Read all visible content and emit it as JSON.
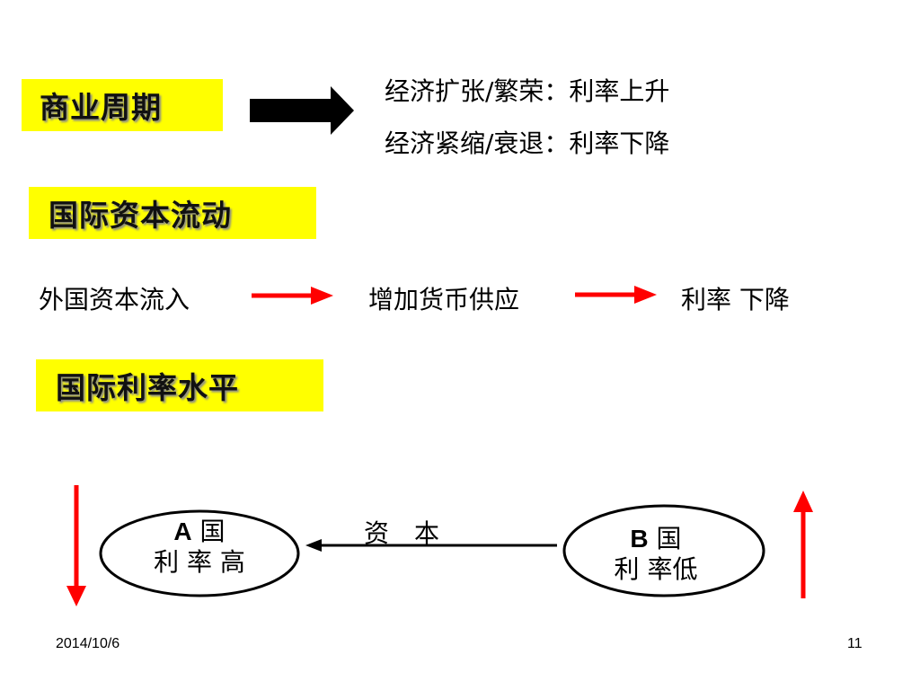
{
  "section1": {
    "label": "商业周期",
    "line1": "经济扩张/繁荣：利率上升",
    "line2": "经济紧缩/衰退：利率下降"
  },
  "section2": {
    "label": "国际资本流动",
    "step1": "外国资本流入",
    "step2": "增加货币供应",
    "step3": "利率 下降"
  },
  "section3": {
    "label": "国际利率水平",
    "nodeA": {
      "name_bold": "A",
      "name_rest": " 国",
      "rate": "利 率 高"
    },
    "nodeB": {
      "name_bold": "B",
      "name_rest": " 国",
      "rate": "利 率低"
    },
    "flow_label": "资　本"
  },
  "footer": {
    "date": "2014/10/6",
    "page": "11"
  },
  "colors": {
    "highlight": "#ffff00",
    "accent_arrow": "#ff0000",
    "arrow": "#000000"
  }
}
